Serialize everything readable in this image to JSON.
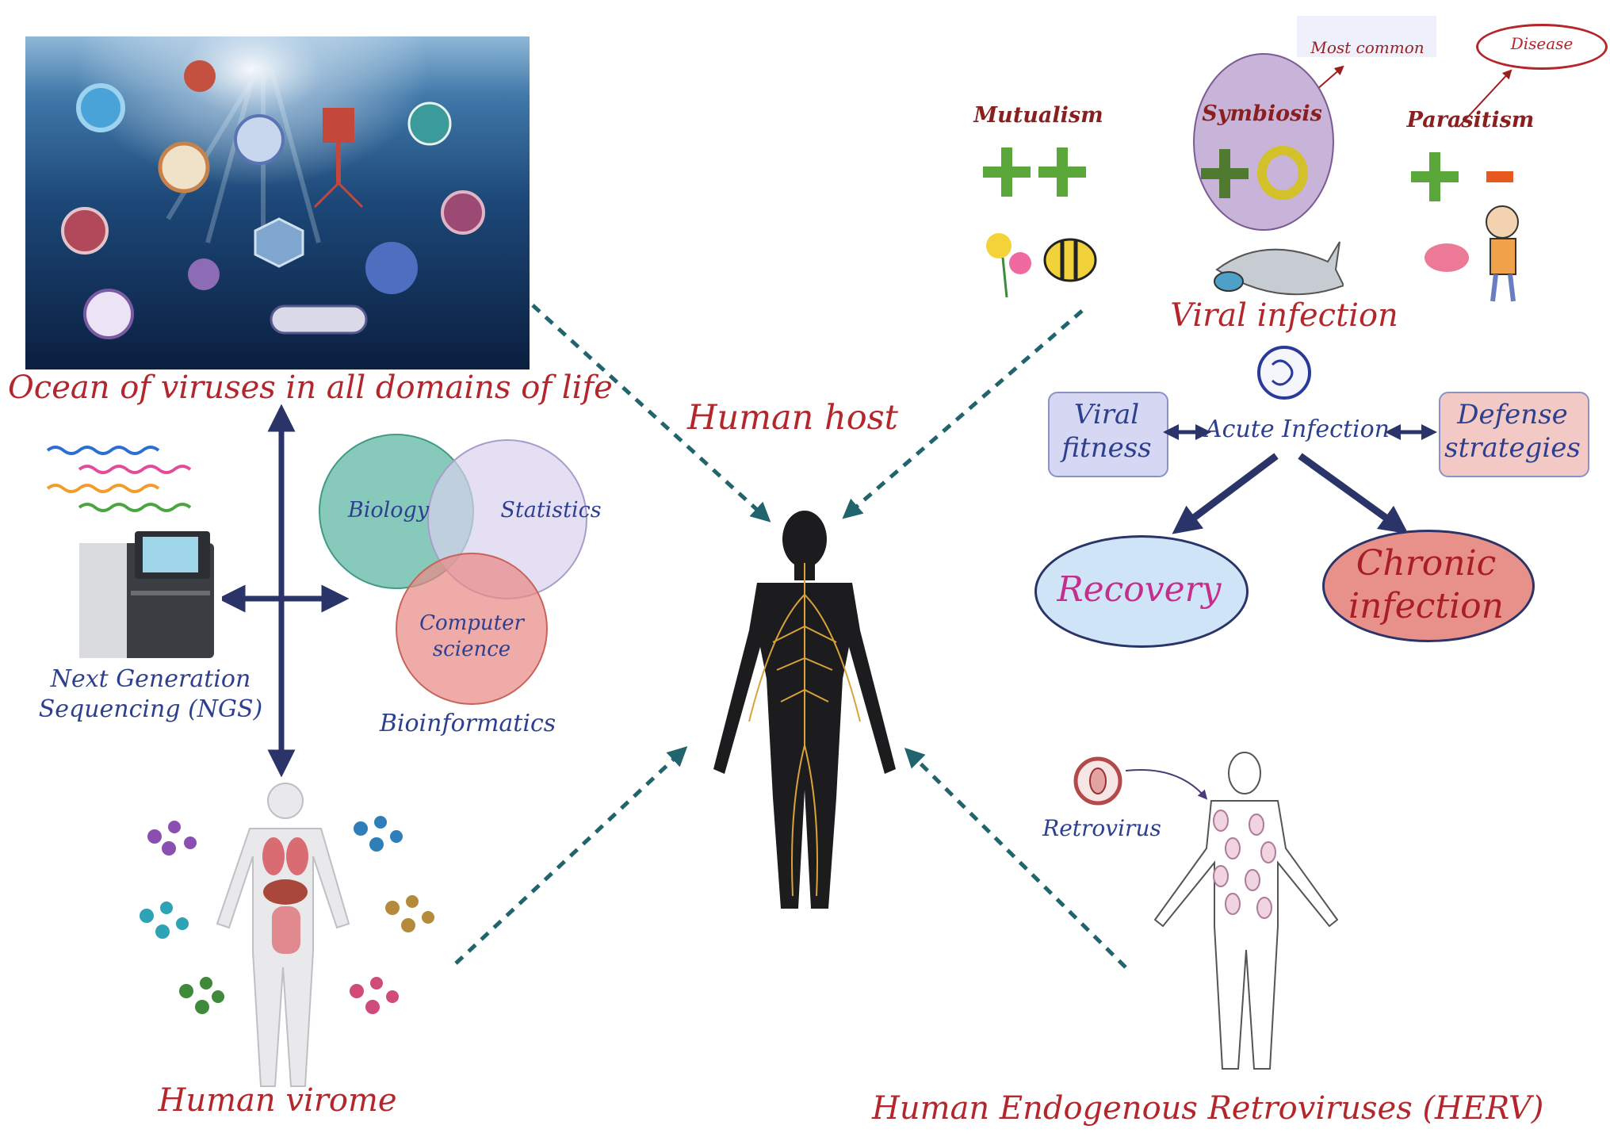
{
  "ocean": {
    "caption": "Ocean of viruses in all domains of life"
  },
  "ngs": {
    "label_line1": "Next Generation",
    "label_line2": "Sequencing (NGS)"
  },
  "bioinformatics": {
    "label": "Bioinformatics",
    "circles": [
      "Biology",
      "Statistics",
      "Computer science"
    ]
  },
  "virome": {
    "label": "Human virome"
  },
  "host": {
    "label": "Human host"
  },
  "relationships": {
    "mutualism": {
      "label": "Mutualism",
      "signs": "++"
    },
    "symbiosis": {
      "label": "Symbiosis",
      "signs": "+O",
      "note": "Most common"
    },
    "parasitism": {
      "label": "Parasitism",
      "signs": "+-",
      "note": "Disease"
    }
  },
  "viral_infection": {
    "title": "Viral infection",
    "acute": "Acute Infection",
    "fitness_line1": "Viral",
    "fitness_line2": "fitness",
    "defense_line1": "Defense",
    "defense_line2": "strategies",
    "recovery": "Recovery",
    "chronic_line1": "Chronic",
    "chronic_line2": "infection"
  },
  "herv": {
    "retrovirus": "Retrovirus",
    "label": "Human Endogenous Retroviruses (HERV)"
  },
  "colors": {
    "red_text": "#b3262b",
    "blue_text": "#2d3f8f",
    "teal_arrow": "#22646e",
    "navy_arrow": "#2a3468",
    "biology_circle": "#5fb8a4",
    "statistics_circle": "#d9d2ec",
    "cs_circle": "#e98b86"
  }
}
